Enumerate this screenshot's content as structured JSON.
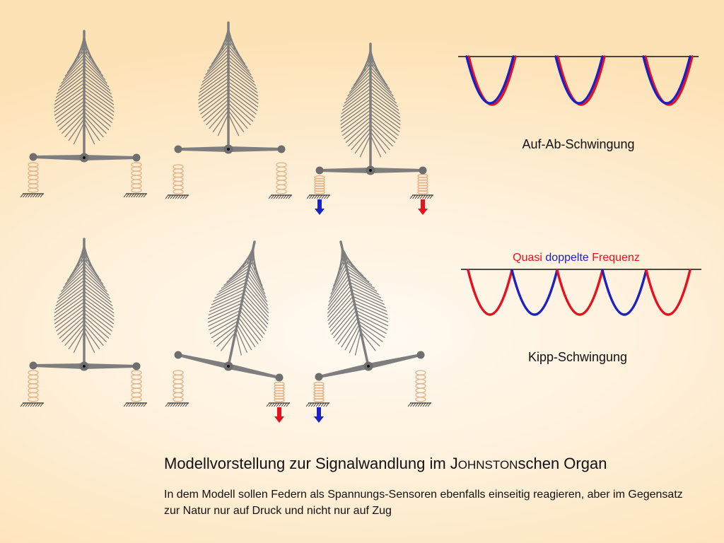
{
  "top_section": {
    "caption": "Auf-Ab-Schwingung",
    "wave_colors": [
      "#e8101e",
      "#1b22c4"
    ]
  },
  "bottom_section": {
    "caption": "Kipp-Schwingung",
    "frequency_label": {
      "part1": "Quasi",
      "part1_color": "#e8101e",
      "part2": "doppelte",
      "part2_color": "#1b22c4",
      "part3": "Frequenz",
      "part3_color": "#e8101e"
    },
    "wave_colors": [
      "#e8101e",
      "#1b22c4"
    ]
  },
  "title": {
    "before": "Modellvorstellung zur Signalwandlung im J",
    "smallcaps": "OHNSTON",
    "after": "schen Organ"
  },
  "description": "In dem Modell sollen Federn als Spannungs-Sensoren ebenfalls einseitig reagieren, aber im Gegensatz zur Natur nur auf Druck und nicht nur auf Zug",
  "colors": {
    "feather": "#7e7e7e",
    "spring": "#e2b58c",
    "arrow_down_blue": "#1b22c4",
    "arrow_down_red": "#e8101e"
  },
  "icons": [
    "feather-icon",
    "spring-icon",
    "pivot-icon",
    "arrow-down-icon"
  ]
}
